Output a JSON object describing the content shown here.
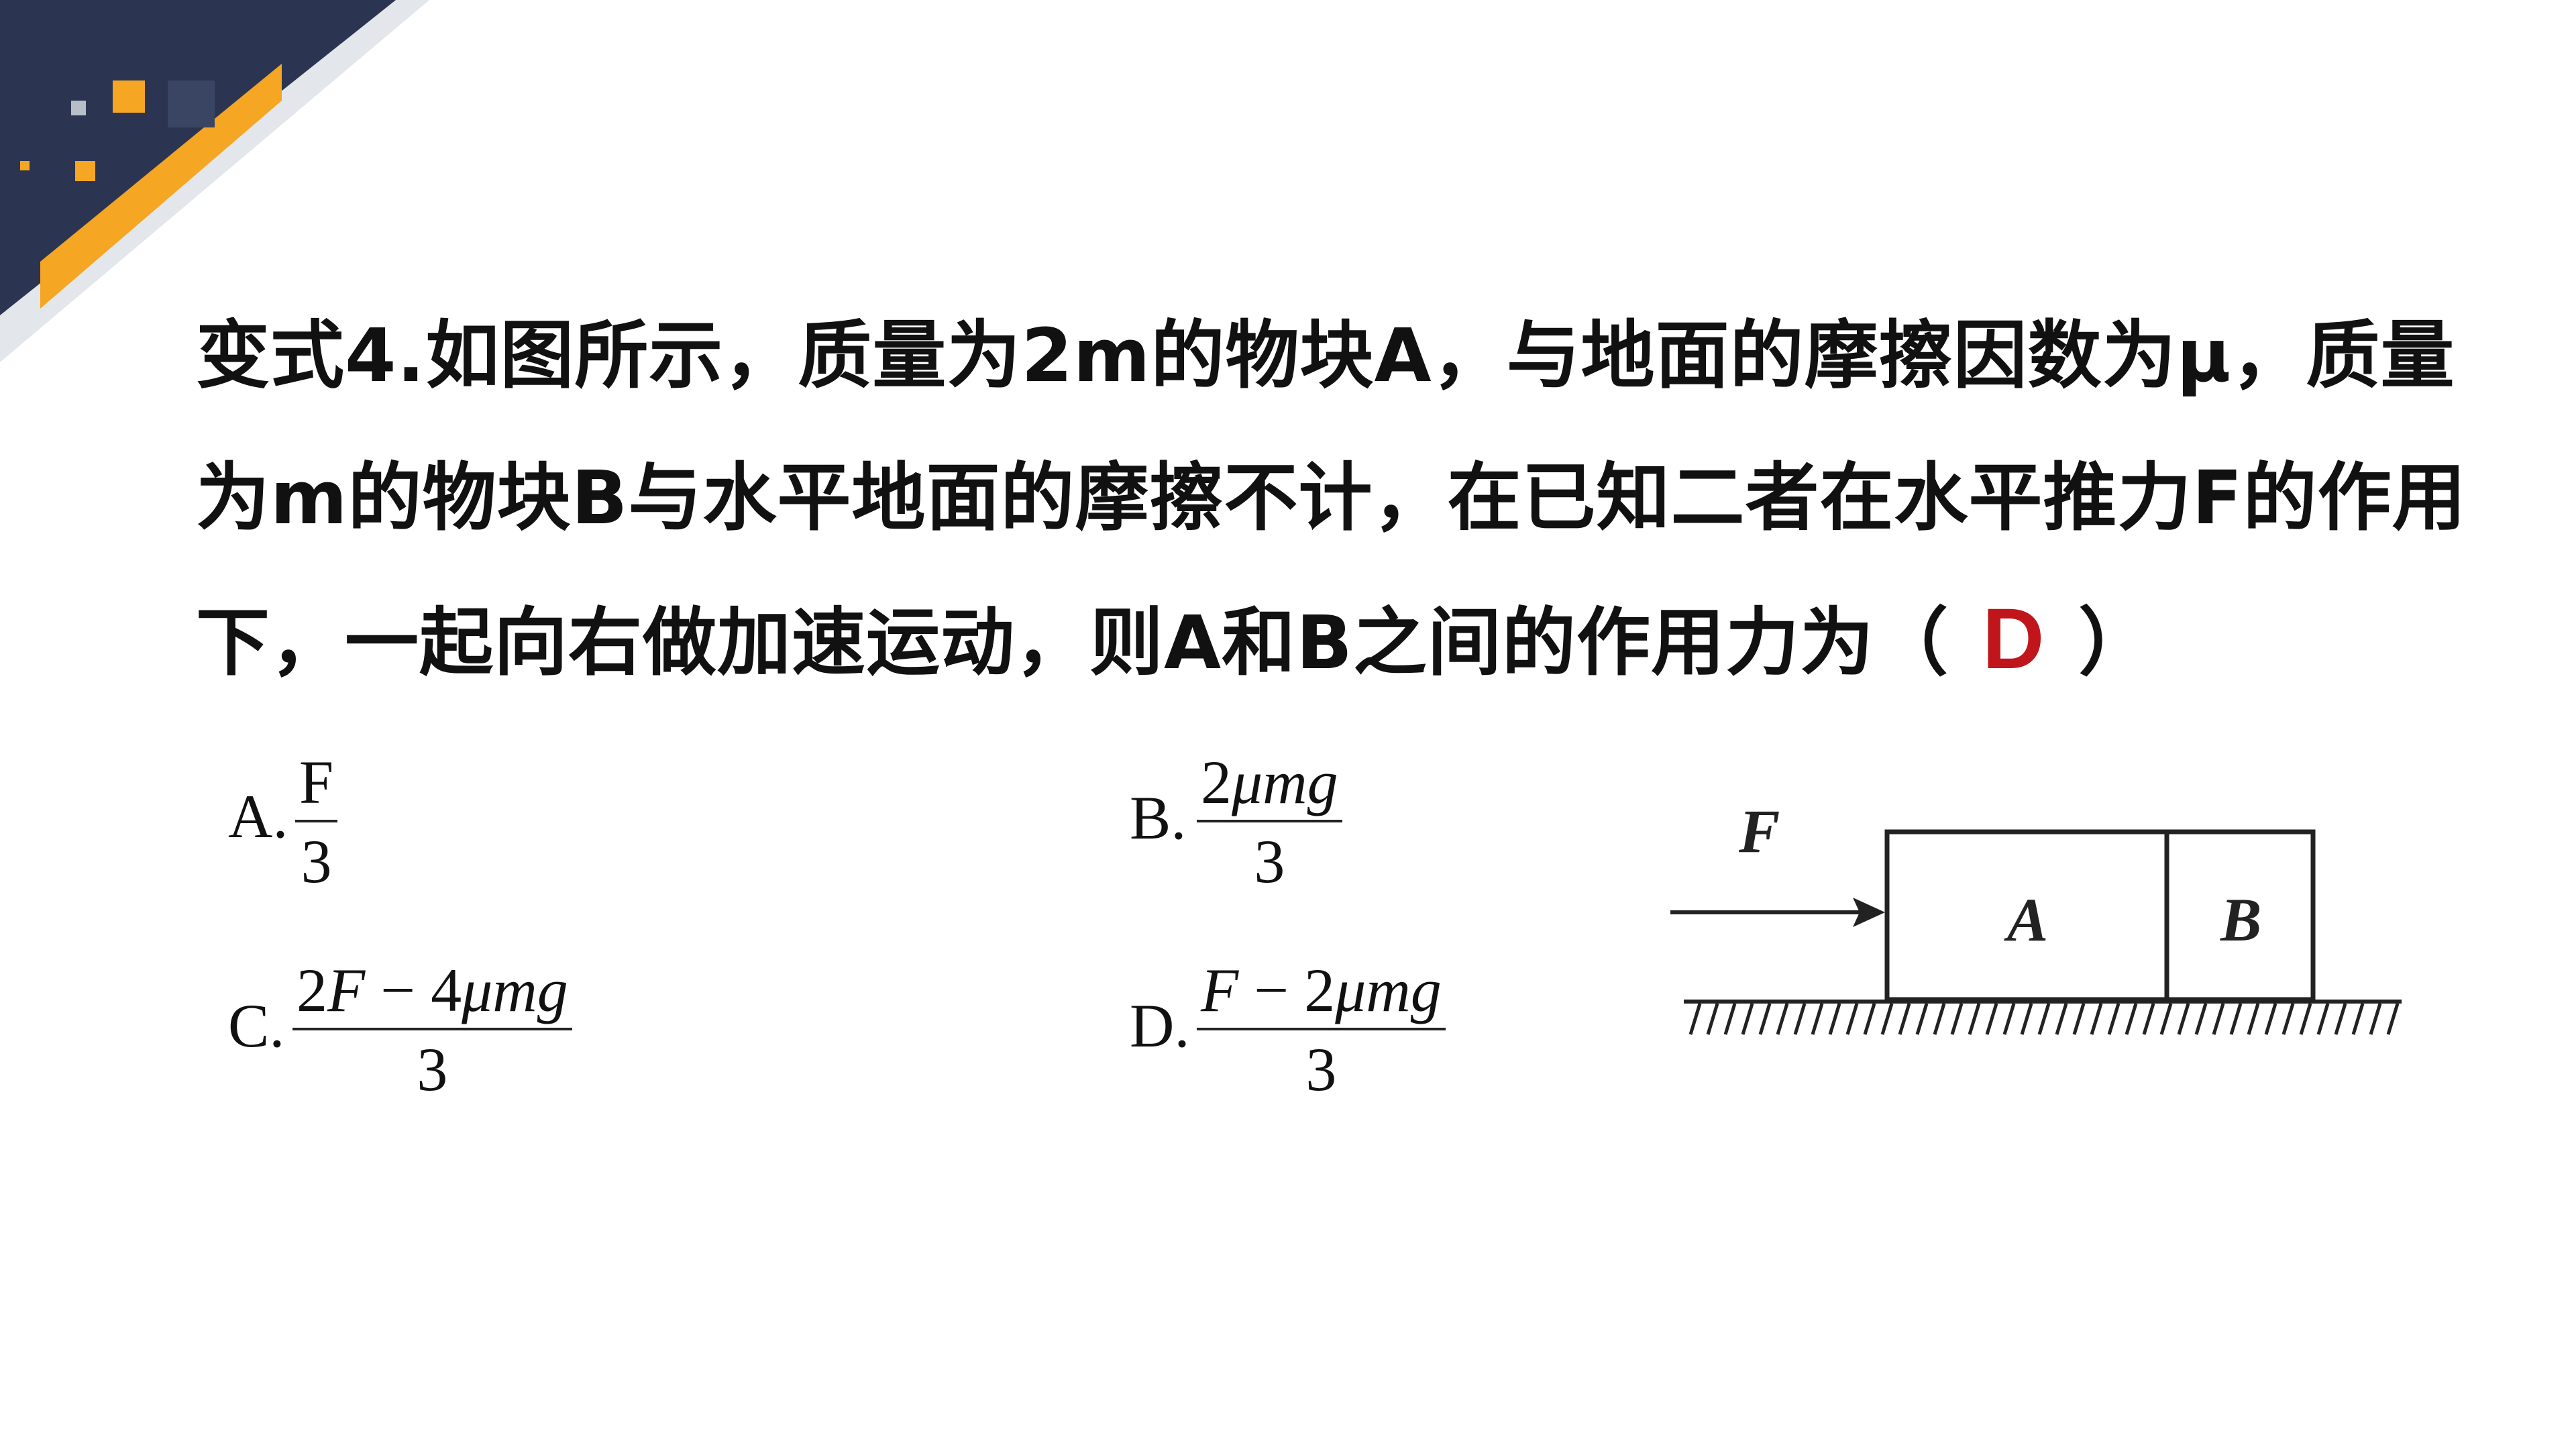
{
  "question": {
    "line1": "变式4.如图所示，质量为2m的物块A，与地面的摩擦因数为μ，质量",
    "line2": "为m的物块B与水平地面的摩擦不计，在已知二者在水平推力F的作用",
    "line3_before": "下，一起向右做加速运动，则A和B之间的作用力为（",
    "answer": "D",
    "line3_after": "）"
  },
  "options": {
    "A": {
      "label": "A.",
      "numerator": "F",
      "denominator": "3"
    },
    "B": {
      "label": "B.",
      "num_coef": "2",
      "num_var": "μmg",
      "denominator": "3"
    },
    "C": {
      "label": "C.",
      "num_coef": "2",
      "num_var1": "F",
      "num_op": " − 4",
      "num_var2": "μmg",
      "denominator": "3"
    },
    "D": {
      "label": "D.",
      "num_var1": "F",
      "num_op": " − 2",
      "num_var2": "μmg",
      "denominator": "3"
    }
  },
  "figure": {
    "force_label": "F",
    "block_a_label": "A",
    "block_b_label": "B"
  },
  "colors": {
    "answer": "#c0161b",
    "corner_dark": "#2b3552",
    "corner_accent": "#f5a623"
  }
}
